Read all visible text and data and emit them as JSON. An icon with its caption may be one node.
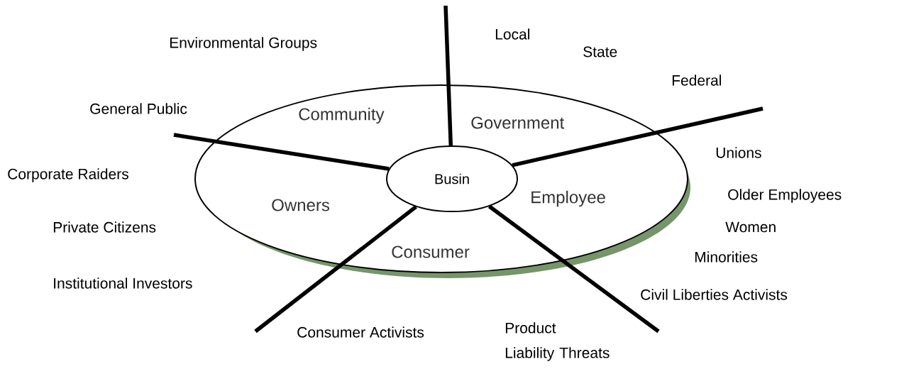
{
  "diagram": {
    "nodes": [
      {
        "text": [],
        "shape": "ellipse"
      },
      {
        "text": [
          "Busin"
        ],
        "in": 0
      }
    ],
    "edges": [
      {
        "from": 1,
        "to": null,
        "arrow": "none"
      },
      {
        "from": 1,
        "to": null,
        "arrow": "none"
      },
      {
        "from": 1,
        "to": null,
        "arrow": "none"
      },
      {
        "from": 1,
        "to": null,
        "arrow": "none"
      },
      {
        "from": 1,
        "to": null,
        "arrow": "none"
      }
    ],
    "labels": [
      "Local",
      "Environmental Groups",
      "State",
      "Federal",
      "General Public",
      "Community",
      "Government",
      "Unions",
      "Corporate Raiders",
      "Older Employees",
      "Employee",
      "Owners",
      "Private Citizens",
      "Women",
      "Consumer",
      "Minorities",
      "Institutional Investors",
      "Civil Liberties Activists",
      "Consumer Activists",
      "Product Liability Threats"
    ]
  }
}
